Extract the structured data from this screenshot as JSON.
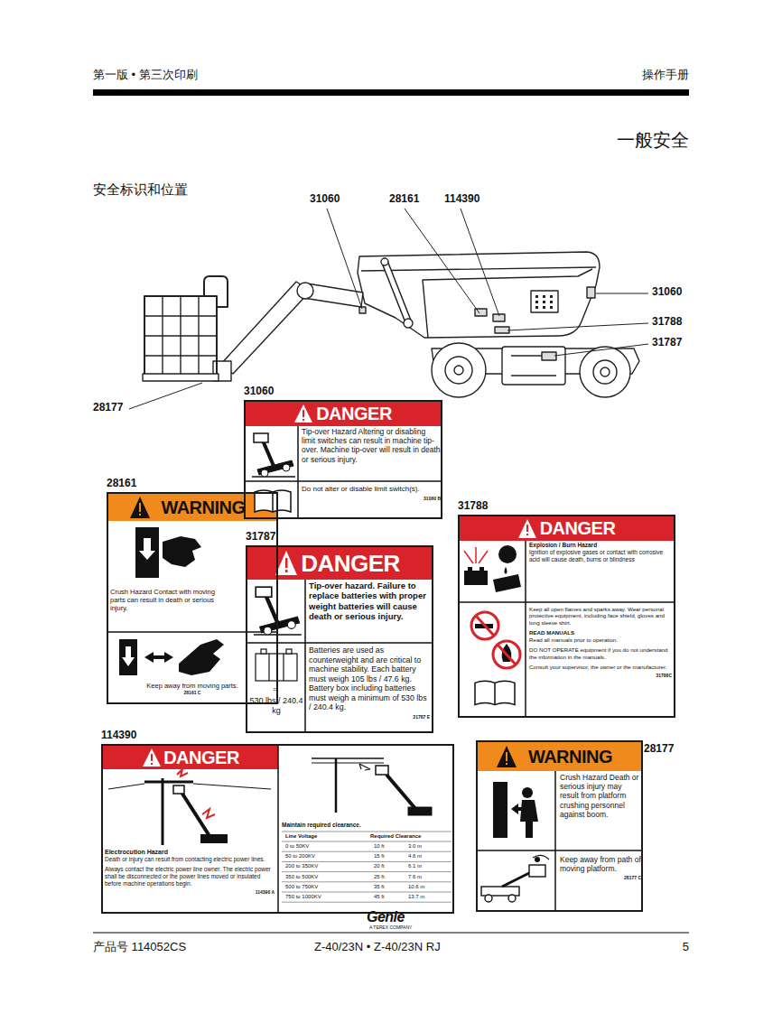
{
  "diagram": {
    "title": "一般安全",
    "nodes": [
      {
        "text": [
          "31060",
          "DANGER"
        ]
      },
      {
        "text": [
          "Tip-over Hazard Altering or disabling limit switches can result in machine tip-over. Machine tip-over will result in death or serious injury."
        ],
        "in": 0
      },
      {
        "text": [
          "Do not alter or disable limit switch(s).",
          "31060 B"
        ],
        "in": 0
      },
      {
        "text": [
          "28161",
          "WARNING"
        ]
      },
      {
        "text": [
          "Crush Hazard Contact with moving parts can result in death or serious injury."
        ],
        "in": 3
      },
      {
        "text": [
          "Keep away from moving parts.",
          "28161 C"
        ],
        "in": 3
      },
      {
        "text": [
          "31788",
          "DANGER"
        ]
      },
      {
        "text": [
          "Explosion / Burn Hazard",
          "Ignition of explosive gases or contact with corrosive acid will cause death, burns or blindness"
        ],
        "in": 6
      },
      {
        "text": [
          "Keep all open flames and sparks away. Wear personal protective equipment, including face shield, gloves and long sleeve shirt.",
          "READ MANUALS",
          "Read all manuals prior to operation.",
          "DO NOT OPERATE equipment if you do not understand the information in the manuals.",
          "Consult your supervisor, the owner or the manufacturer.",
          "31788C"
        ],
        "in": 6
      },
      {
        "text": [
          "31787",
          "DANGER"
        ]
      },
      {
        "text": [
          "Tip-over hazard. Failure to replace batteries with proper weight batteries will cause death or serious injury."
        ],
        "in": 9
      },
      {
        "text": [
          "Batteries are used as counterweight and are critical to machine stability. Each battery must weigh 105 lbs / 47.6 kg. Battery box including batteries must weigh a minimum of 530 lbs / 240.4 kg.",
          "31787 E"
        ],
        "in": 9
      },
      {
        "text": [
          "114390",
          "DANGER"
        ]
      },
      {
        "text": [
          "Electrocution Hazard",
          "Death or injury can result from contacting electric power lines.",
          "Always contact the electric power line owner. The electric power shall be disconnected or the power lines moved or insulated before machine operations begin.",
          "114390 A"
        ],
        "in": 12
      },
      {
        "text": [
          "Maintain required clearance."
        ],
        "in": 12
      },
      {
        "text": [
          "28177",
          "WARNING"
        ]
      },
      {
        "text": [
          "Crush Hazard Death or serious injury may result from platform crushing personnel against boom."
        ],
        "in": 15
      },
      {
        "text": [
          "Keep away from path of moving platform.",
          "28177 C"
        ],
        "in": 15
      }
    ],
    "labels": [
      "第一版 • 第三次印刷",
      "操作手册",
      "安全标识和位置",
      "31060",
      "28161",
      "114390",
      "31060",
      "31788",
      "31787",
      "28177",
      "=",
      "530 lbs / 240.4 kg",
      "Line Voltage",
      "Required Clearance",
      "0 to 50KV",
      "10 ft",
      "3.0 m",
      "50 to 200KV",
      "15 ft",
      "4.6 m",
      "200 to 350KV",
      "20 ft",
      "6.1 m",
      "350 to 500KV",
      "25 ft",
      "7.6 m",
      "500 to 750KV",
      "35 ft",
      "10.6 m",
      "750 to 1000KV",
      "45 ft",
      "13.7 m",
      "Genie",
      "A TEREX COMPANY",
      "产品号 114052CS",
      "Z-40/23N • Z-40/23N RJ",
      "5"
    ]
  }
}
